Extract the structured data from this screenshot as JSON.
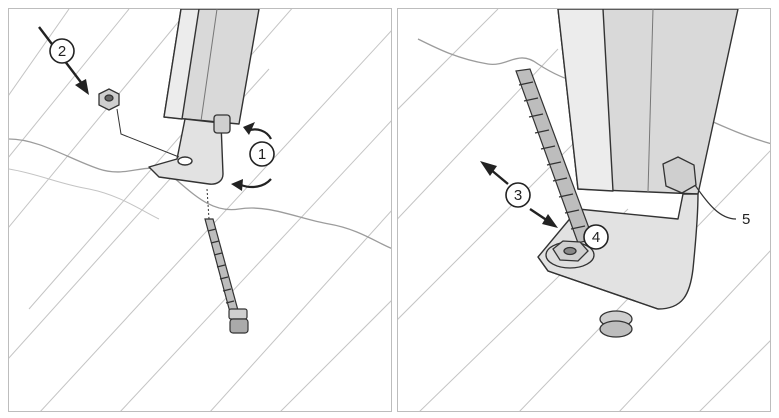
{
  "steps": {
    "one": "1",
    "two": "2",
    "three": "3",
    "four": "4"
  },
  "callouts": {
    "five": "5"
  },
  "colors": {
    "outline": "#333333",
    "metal_light": "#e2e2e2",
    "metal_mid": "#c9c9c9",
    "metal_dark": "#9a9a9a",
    "roof_line": "#bdbdbd"
  }
}
